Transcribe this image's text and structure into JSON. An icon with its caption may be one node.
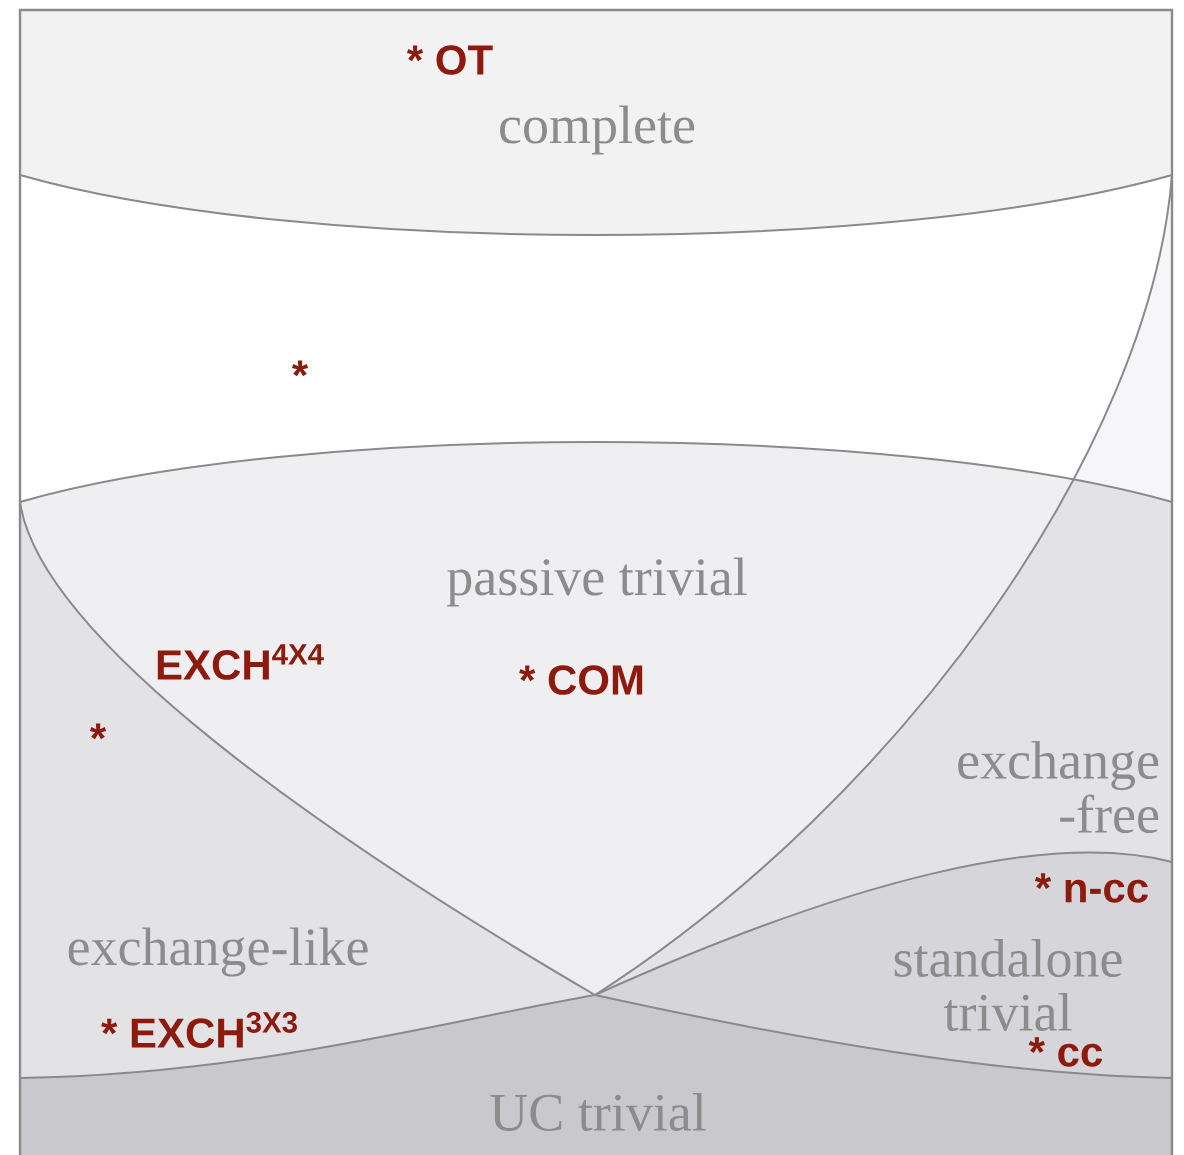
{
  "diagram": {
    "nodes": [
      {
        "text": [
          "complete"
        ]
      },
      {
        "text": [
          "passive trivial"
        ]
      },
      {
        "text": [
          "exchange -free"
        ]
      },
      {
        "text": [
          "exchange-like"
        ]
      },
      {
        "text": [
          "standalone trivial"
        ]
      },
      {
        "text": [
          "UC trivial"
        ]
      }
    ],
    "labels": [
      "* OT",
      "*",
      "EXCH$^{4X4}$",
      "* COM",
      "*",
      "* n-cc",
      "* EXCH$^{3X3}$",
      "* cc"
    ]
  }
}
